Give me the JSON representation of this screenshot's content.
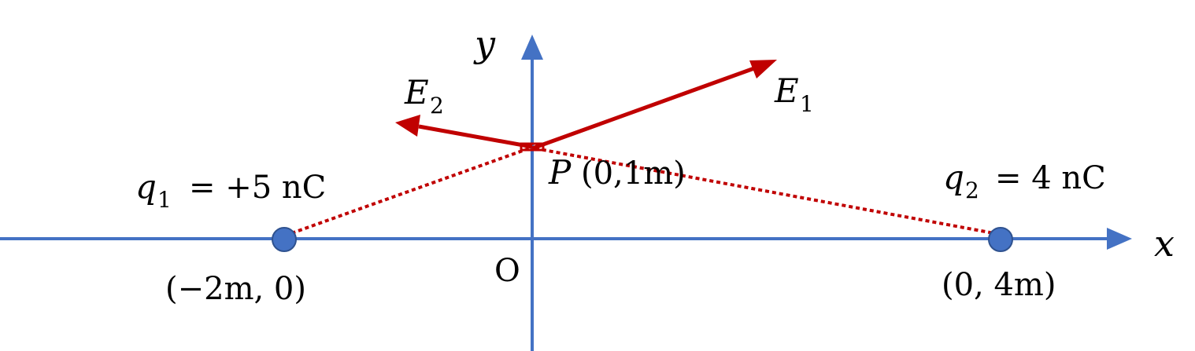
{
  "colors": {
    "axis": "#4472C4",
    "field": "#C00000",
    "charge_fill": "#4472C4",
    "text": "#000000"
  },
  "axes": {
    "x_label": "x",
    "y_label": "y",
    "origin_label": "O"
  },
  "point_p": {
    "name": "P",
    "coords": "(0,1m)"
  },
  "charges": [
    {
      "symbol": "q",
      "sub": "1",
      "value": "= +5 nC",
      "position": "(−2m, 0)"
    },
    {
      "symbol": "q",
      "sub": "2",
      "value": "= 4 nC",
      "position": "(0, 4m)"
    }
  ],
  "fields": [
    {
      "symbol": "E",
      "sub": "1"
    },
    {
      "symbol": "E",
      "sub": "2"
    }
  ]
}
